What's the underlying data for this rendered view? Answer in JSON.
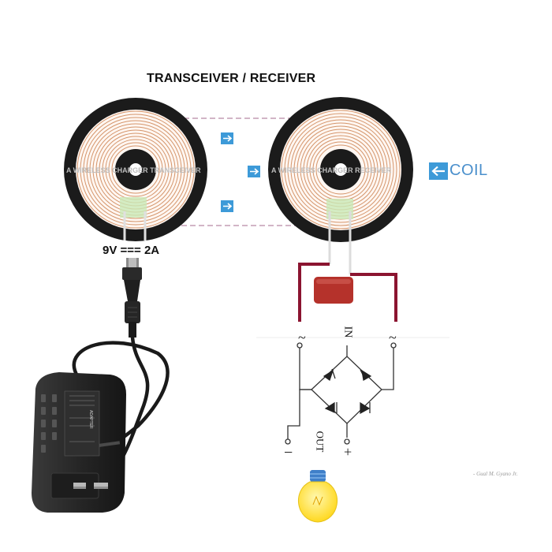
{
  "title": "TRANSCEIVER / RECEIVER",
  "supply_label": "9V === 2A",
  "coil_label": "COIL",
  "transmitter_coil_text": "A WIRELESS CHARGER TRANSCEIVER",
  "receiver_coil_text": "A WIRELESS CHARGER RECEIVER",
  "bridge": {
    "in_label": "IN",
    "out_label": "OUT",
    "ac_left": "~",
    "ac_right": "~",
    "negative": "−",
    "positive": "+"
  },
  "adapter_label": "ADAPTER",
  "signature": "- Gual M. Gyano Jr.",
  "colors": {
    "coil_black": "#1b1b1b",
    "copper": "#d4956b",
    "arrow_blue": "#3d9ad8",
    "wire_maroon": "#8b1430",
    "capacitor": "#b5322b",
    "bulb_yellow": "#ffe24a",
    "bulb_base": "#3f7fc9"
  },
  "icons": [
    "arrow-right-icon",
    "arrow-left-icon",
    "light-bulb-icon",
    "power-adapter-icon",
    "diode-icon"
  ]
}
